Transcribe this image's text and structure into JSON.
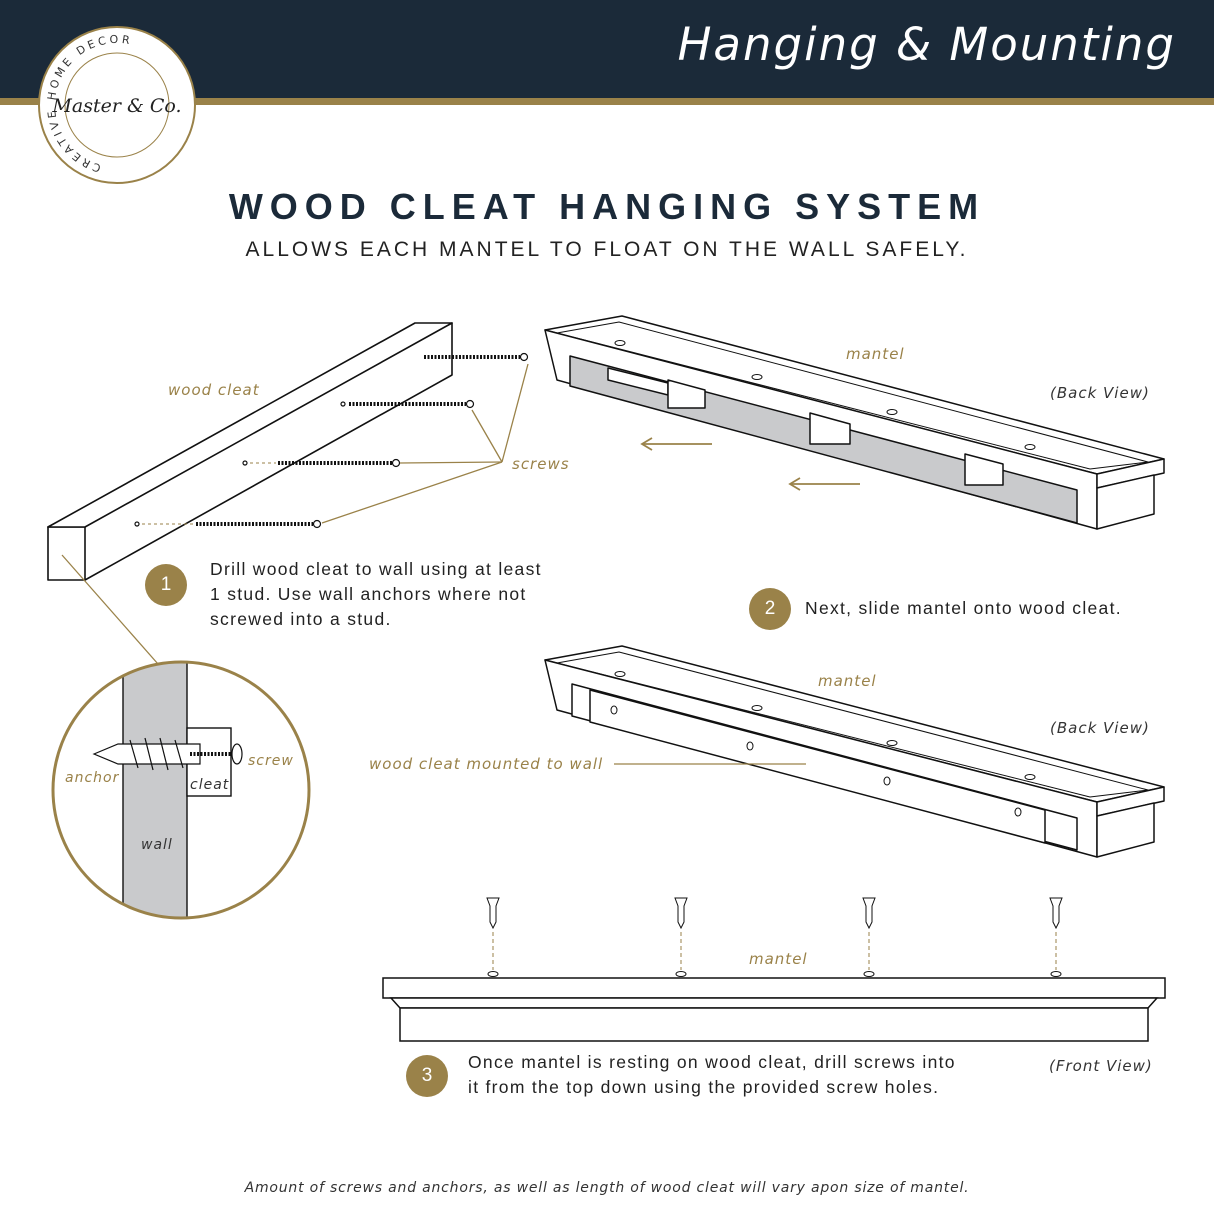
{
  "header": {
    "title": "Hanging & Mounting"
  },
  "logo": {
    "ring_text": "CREATIVE HOME DECOR",
    "script_text": "Master & Co."
  },
  "heading": {
    "title": "WOOD CLEAT HANGING SYSTEM",
    "subtitle": "ALLOWS EACH MANTEL TO FLOAT ON THE WALL SAFELY."
  },
  "labels": {
    "wood_cleat": "wood cleat",
    "screws": "screws",
    "mantel_top": "mantel",
    "back_view_1": "(Back View)",
    "mantel_mid": "mantel",
    "back_view_2": "(Back View)",
    "wood_cleat_mounted": "wood cleat mounted to wall",
    "mantel_front": "mantel",
    "front_view": "(Front View)",
    "detail_anchor": "anchor",
    "detail_screw": "screw",
    "detail_cleat": "cleat",
    "detail_wall": "wall"
  },
  "steps": [
    {
      "number": "1",
      "lines": [
        "Drill wood cleat to wall using at least",
        "1 stud. Use wall anchors where not",
        "screwed into a stud."
      ]
    },
    {
      "number": "2",
      "lines": [
        "Next, slide mantel onto wood cleat."
      ]
    },
    {
      "number": "3",
      "lines": [
        "Once mantel is resting on wood cleat, drill screws into",
        "it from the top down using the provided screw holes."
      ]
    }
  ],
  "footer": {
    "note": "Amount of screws and anchors, as well as length of wood cleat will vary apon size of mantel."
  },
  "colors": {
    "navy": "#1b2a39",
    "gold": "#9a8249",
    "gray": "#c9cacc"
  }
}
